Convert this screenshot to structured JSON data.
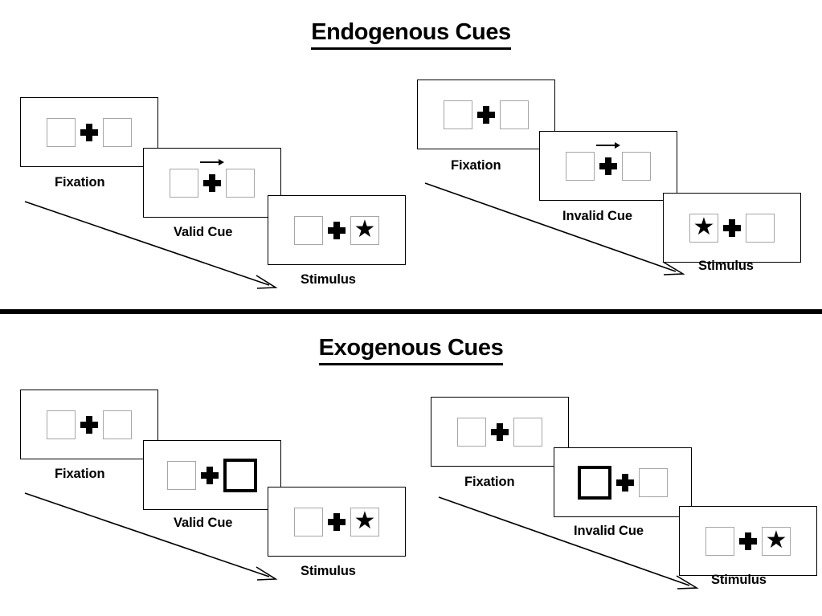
{
  "sections": [
    {
      "id": "endogenous",
      "title": "Endogenous Cues",
      "panels": [
        {
          "id": "endogenous-valid",
          "cue_label": "Valid Cue",
          "frames": [
            {
              "label": "Fixation",
              "left_box": "empty",
              "right_box": "empty",
              "cue": "none"
            },
            {
              "label": "Valid Cue",
              "left_box": "empty",
              "right_box": "empty",
              "cue": "arrow-right"
            },
            {
              "label": "Stimulus",
              "left_box": "empty",
              "right_box": "star",
              "cue": "none"
            }
          ]
        },
        {
          "id": "endogenous-invalid",
          "cue_label": "Invalid Cue",
          "frames": [
            {
              "label": "Fixation",
              "left_box": "empty",
              "right_box": "empty",
              "cue": "none"
            },
            {
              "label": "Invalid Cue",
              "left_box": "empty",
              "right_box": "empty",
              "cue": "arrow-right"
            },
            {
              "label": "Stimulus",
              "left_box": "star",
              "right_box": "empty",
              "cue": "none"
            }
          ]
        }
      ]
    },
    {
      "id": "exogenous",
      "title": "Exogenous Cues",
      "panels": [
        {
          "id": "exogenous-valid",
          "cue_label": "Valid Cue",
          "frames": [
            {
              "label": "Fixation",
              "left_box": "empty",
              "right_box": "empty",
              "cue": "none"
            },
            {
              "label": "Valid Cue",
              "left_box": "empty",
              "right_box": "highlight",
              "cue": "none"
            },
            {
              "label": "Stimulus",
              "left_box": "empty",
              "right_box": "star",
              "cue": "none"
            }
          ]
        },
        {
          "id": "exogenous-invalid",
          "cue_label": "Invalid Cue",
          "frames": [
            {
              "label": "Fixation",
              "left_box": "empty",
              "right_box": "empty",
              "cue": "none"
            },
            {
              "label": "Invalid Cue",
              "left_box": "highlight",
              "right_box": "empty",
              "cue": "none"
            },
            {
              "label": "Stimulus",
              "left_box": "empty",
              "right_box": "star",
              "cue": "none"
            }
          ]
        }
      ]
    }
  ],
  "labels": {
    "fixation": "Fixation",
    "valid_cue": "Valid Cue",
    "invalid_cue": "Invalid Cue",
    "stimulus": "Stimulus"
  },
  "glyphs": {
    "star": "★",
    "cue_arrow": "arrow-right-icon",
    "fixation_cross": "plus-icon"
  },
  "colors": {
    "ink": "#000000",
    "box_outline": "#a6a6a6",
    "frame_outline": "#000000",
    "background": "#ffffff"
  }
}
